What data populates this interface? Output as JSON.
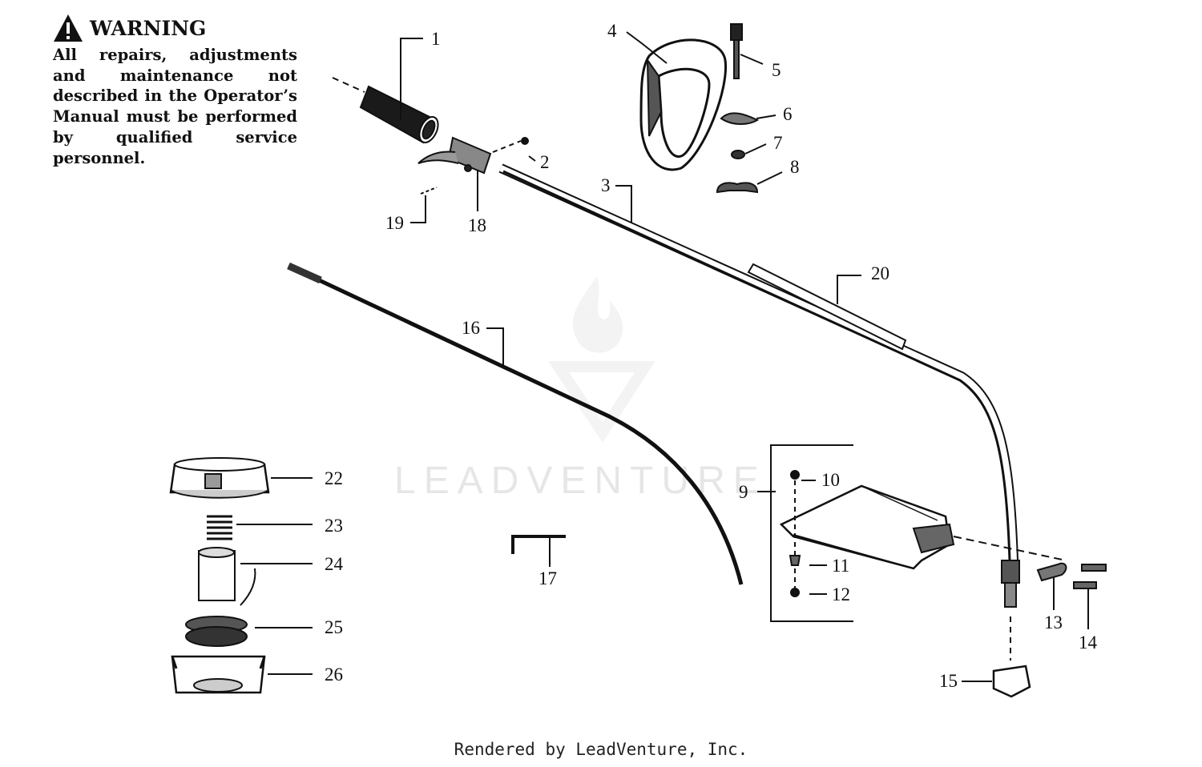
{
  "warning": {
    "title": "WARNING",
    "body": "All repairs, adjustments and maintenance not described in the Operator’s Manual must be performed by qualified service personnel."
  },
  "watermark": "LEADVENTURE",
  "footer": "Rendered by LeadVenture, Inc.",
  "callouts": [
    "1",
    "2",
    "3",
    "4",
    "5",
    "6",
    "7",
    "8",
    "9",
    "10",
    "11",
    "12",
    "13",
    "14",
    "15",
    "16",
    "17",
    "18",
    "19",
    "20",
    "22",
    "23",
    "24",
    "25",
    "26"
  ]
}
